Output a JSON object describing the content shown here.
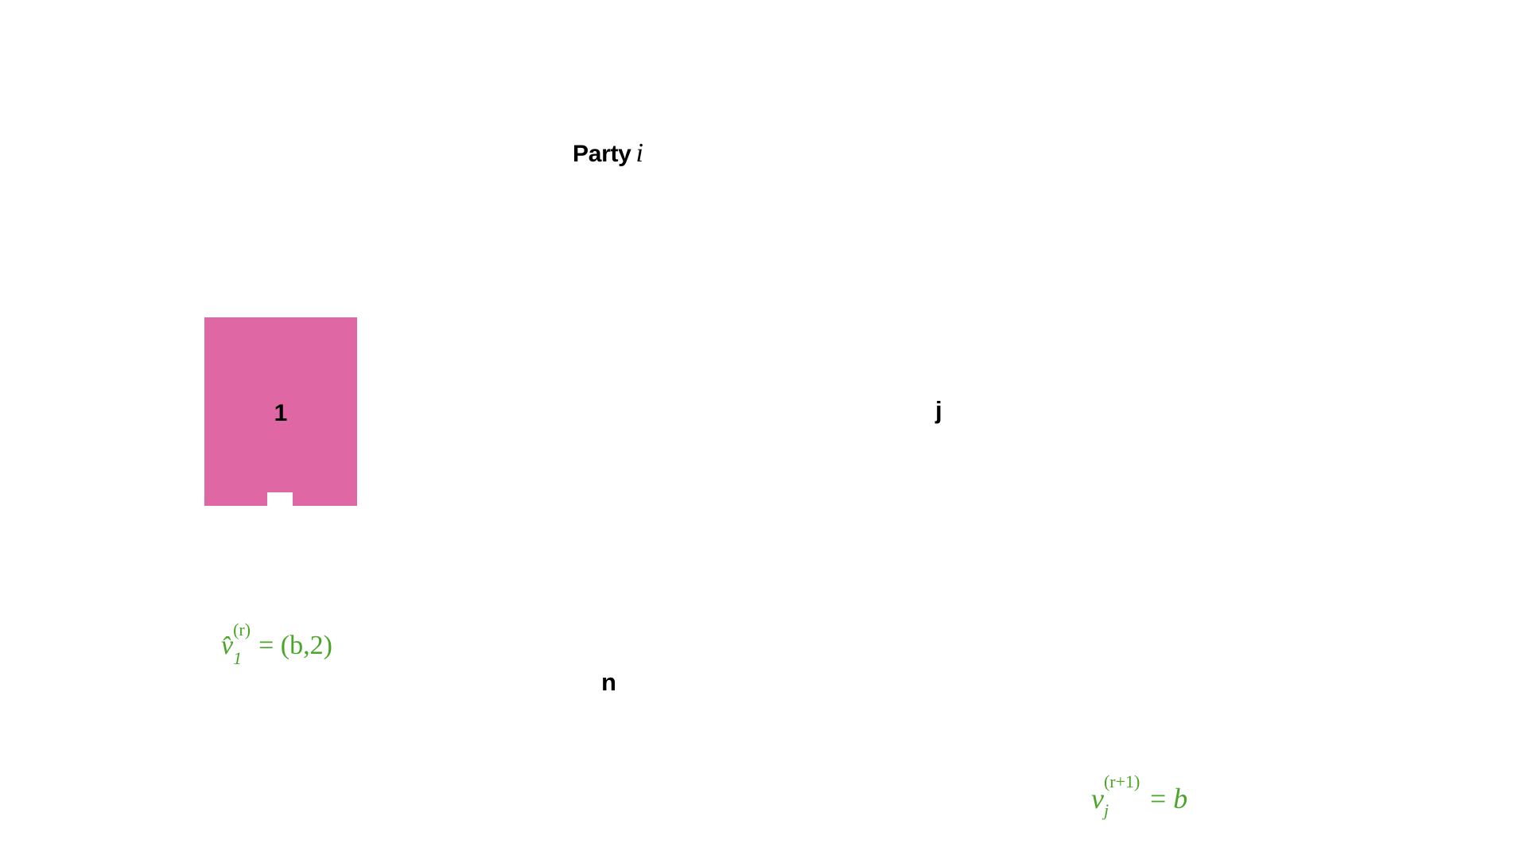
{
  "diagram": {
    "title": {
      "prefix": "Party",
      "variable": "i"
    },
    "parties": [
      {
        "id": "party-1",
        "label": "1",
        "highlighted": true,
        "fill_color": "#df67a4"
      },
      {
        "id": "party-j",
        "label": "j",
        "highlighted": false
      },
      {
        "id": "party-n",
        "label": "n",
        "highlighted": false
      }
    ],
    "formulas": {
      "estimate_1": {
        "base": "v̂",
        "superscript": "(r)",
        "subscript": "1",
        "rhs": "= (b,2)"
      },
      "value_j": {
        "base": "v",
        "superscript": "(r+1)",
        "subscript": "j",
        "rhs_eq": "=",
        "rhs_var": "b"
      }
    },
    "colors": {
      "formula_text": "#4aa628",
      "label_text": "#000000",
      "background": "#ffffff"
    }
  }
}
